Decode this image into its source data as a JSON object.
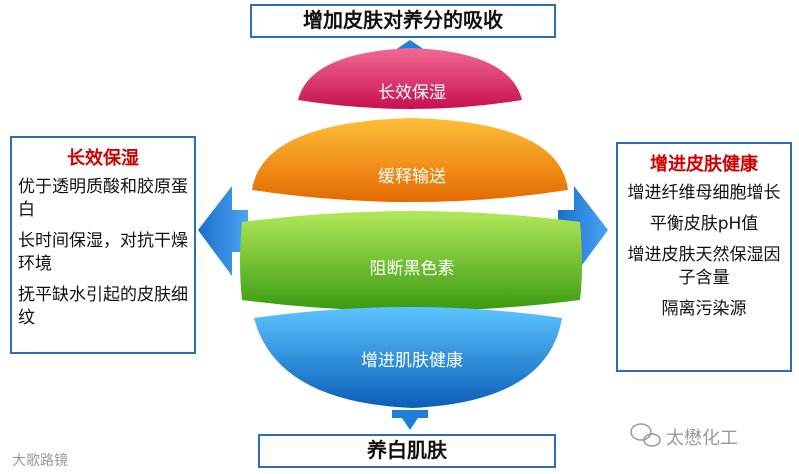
{
  "top_box": "增加皮肤对养分的吸收",
  "bottom_box": "养白肌肤",
  "layers": [
    "长效保湿",
    "缓释输送",
    "阻断黑色素",
    "增进肌肤健康"
  ],
  "left_panel": {
    "title": "长效保湿",
    "items": [
      "优于透明质酸和胶原蛋白",
      "长时间保湿，对抗干燥环境",
      "抚平缺水引起的皮肤细纹"
    ]
  },
  "right_panel": {
    "title": "增进皮肤健康",
    "items": [
      "增进纤维母细胞增长",
      "平衡皮肤pH值",
      "增进皮肤天然保湿因子含量",
      "隔离污染源"
    ]
  },
  "watermark_left": "大歌路镜",
  "watermark_right": "太懋化工",
  "colors": {
    "accent_blue": "#2a6fb5",
    "title_red": "#d40000",
    "layer1": "#e0306a",
    "layer2": "#f08a10",
    "layer3": "#6cc020",
    "layer4": "#1e8fe0"
  }
}
